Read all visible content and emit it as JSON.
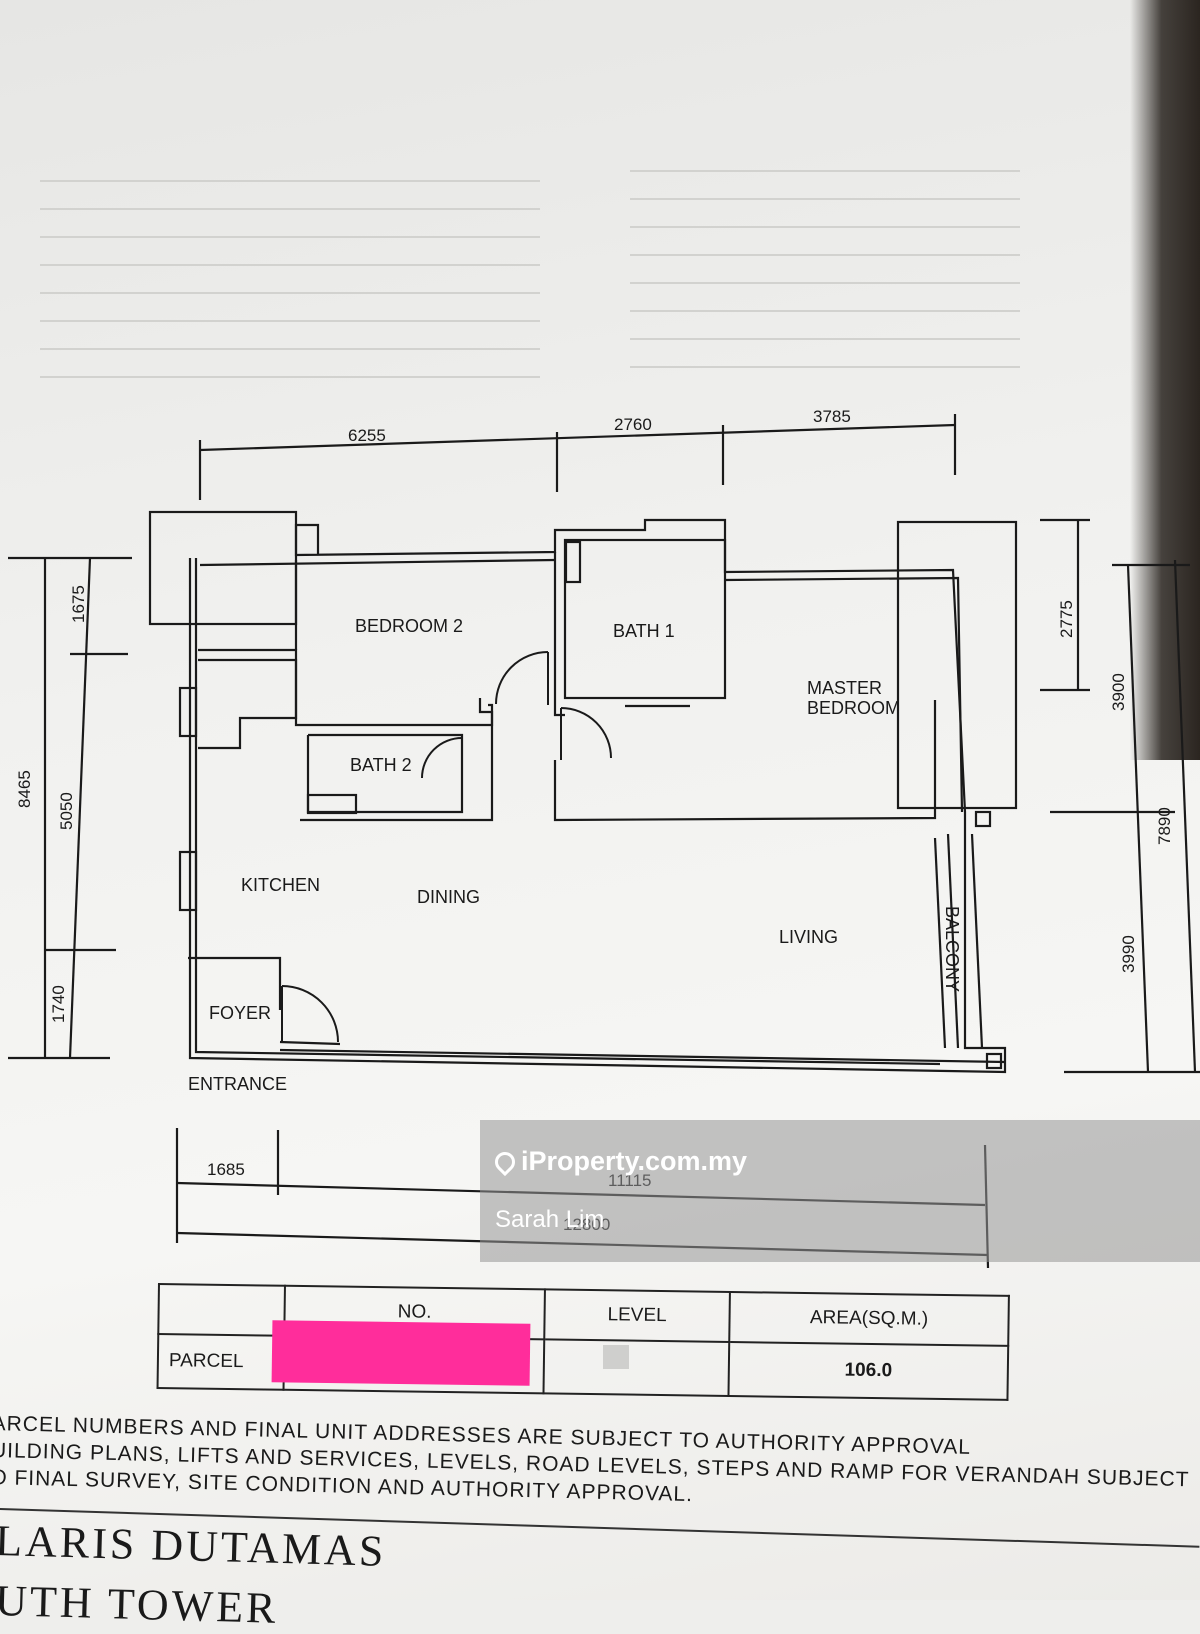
{
  "rooms": {
    "bedroom2": "BEDROOM 2",
    "bath1": "BATH 1",
    "bath2": "BATH 2",
    "master_line1": "MASTER",
    "master_line2": "BEDROOM",
    "kitchen": "KITCHEN",
    "dining": "DINING",
    "living": "LIVING",
    "foyer": "FOYER",
    "balcony": "BALCONY",
    "entrance": "ENTRANCE"
  },
  "dimensions": {
    "top": [
      "6255",
      "2760",
      "3785"
    ],
    "left": [
      "8465",
      "1675",
      "5050",
      "1740"
    ],
    "right": [
      "2775",
      "3900",
      "7890",
      "3990"
    ],
    "bottom": [
      "1685",
      "11115",
      "12800"
    ]
  },
  "table": {
    "no_header": "NO.",
    "level_header": "LEVEL",
    "area_header": "AREA(SQ.M.)",
    "parcel_label": "PARCEL",
    "area_value": "106.0"
  },
  "notes": [
    "ARCEL NUMBERS AND FINAL UNIT ADDRESSES ARE SUBJECT TO AUTHORITY APPROVAL",
    "UILDING PLANS, LIFTS AND SERVICES, LEVELS, ROAD LEVELS, STEPS AND RAMP FOR VERANDAH SUBJECT",
    "O FINAL SURVEY, SITE CONDITION AND AUTHORITY APPROVAL."
  ],
  "project": {
    "line1": "LARIS  DUTAMAS",
    "line2": "UTH  TOWER"
  },
  "watermark": {
    "site": "iProperty.com.my",
    "agent": "Sarah Lim"
  }
}
